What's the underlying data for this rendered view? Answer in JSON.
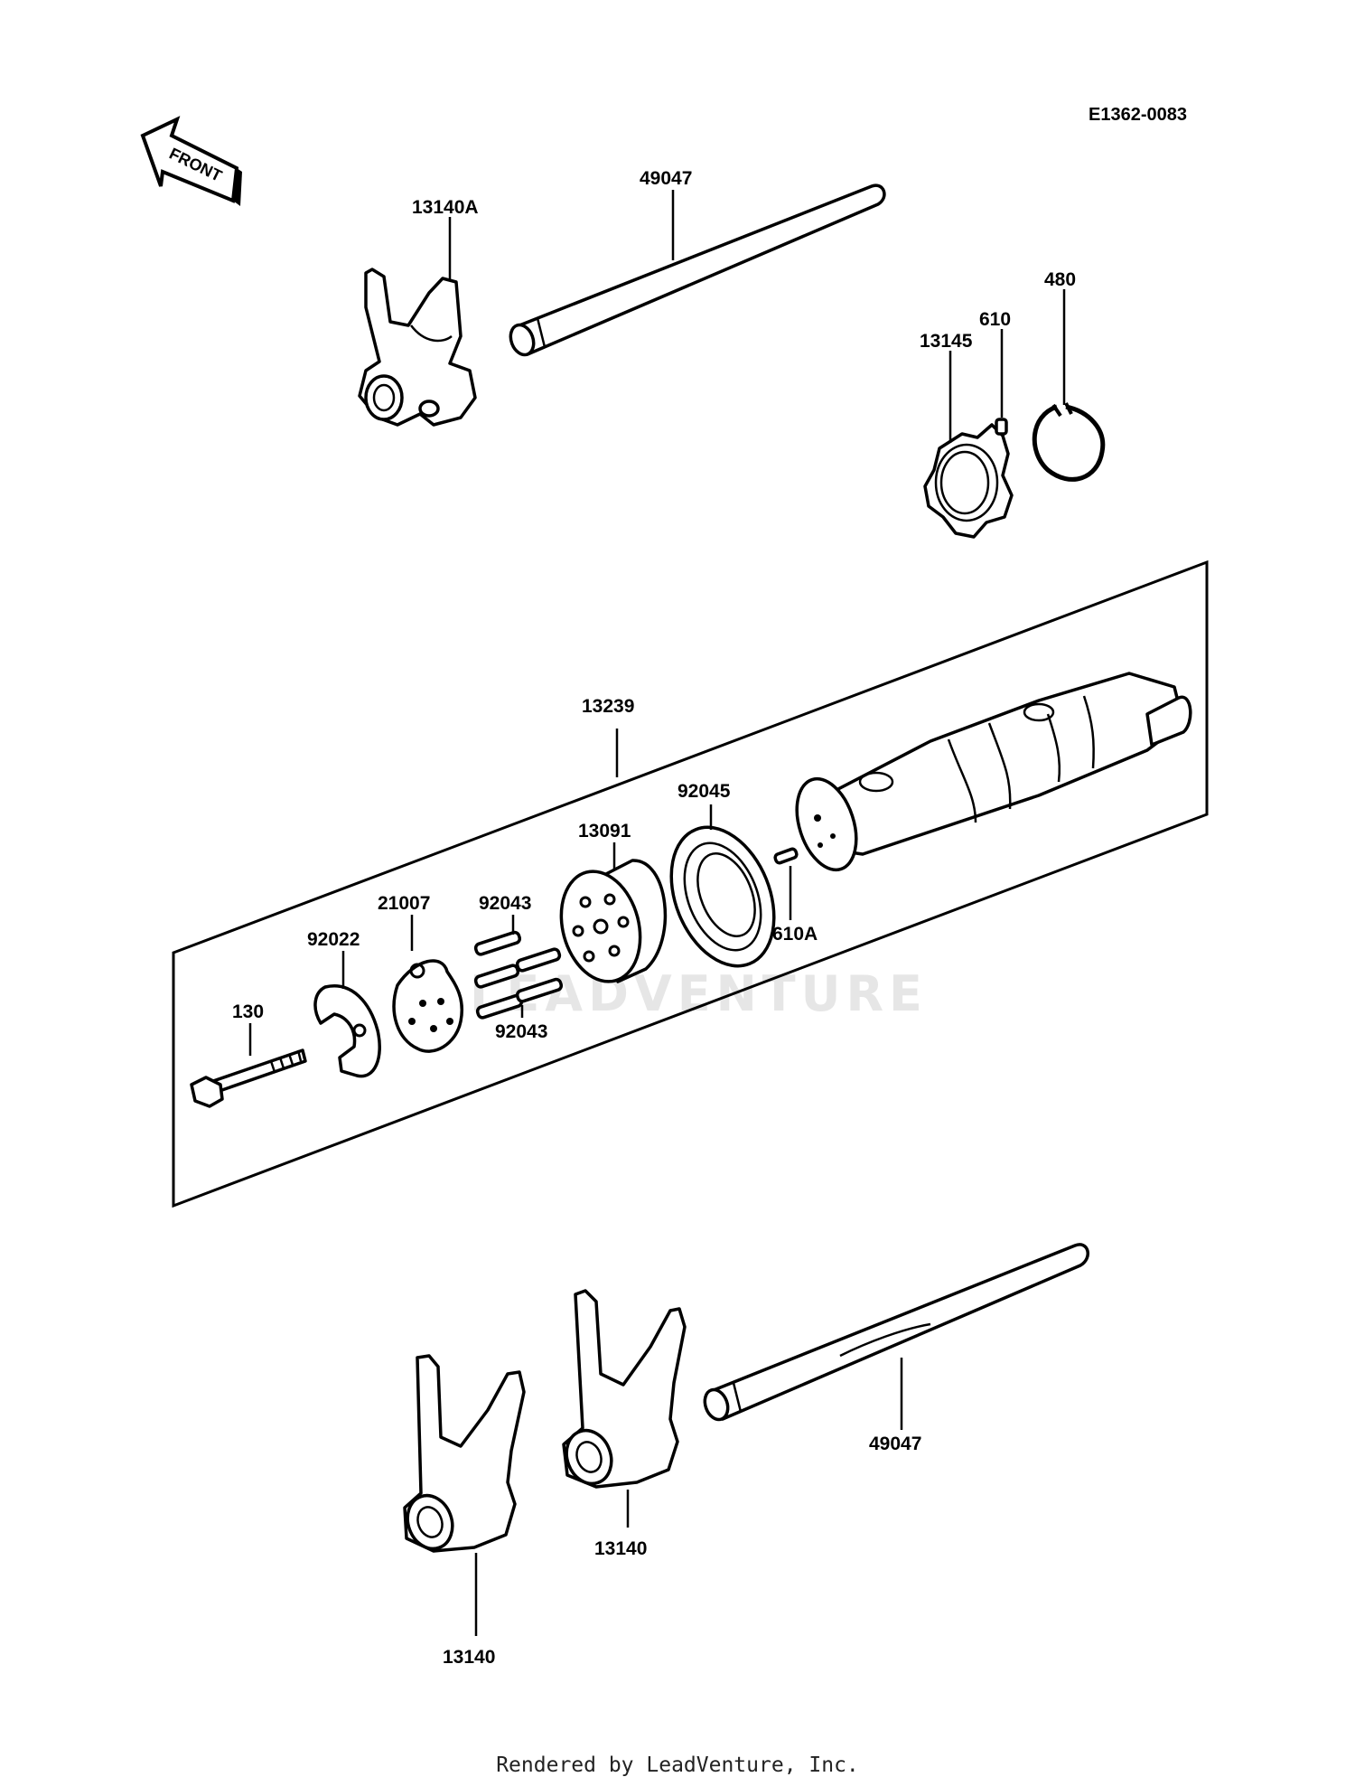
{
  "diagram_code": "E1362-0083",
  "front_label": "FRONT",
  "watermark": "LEADVENTURE",
  "footer_text": "Rendered by LeadVenture, Inc.",
  "parts": {
    "fork_13140A": "13140A",
    "shaft_top": "49047",
    "ring_13145": "13145",
    "pin_610": "610",
    "circlip_480": "480",
    "drum_assy": "13239",
    "bearing": "92045",
    "holder": "13091",
    "pin_610A": "610A",
    "pins_upper": "92043",
    "pins_lower": "92043",
    "cam_21007": "21007",
    "plate_92022": "92022",
    "bolt_130": "130",
    "shaft_bottom": "49047",
    "fork_13140_left": "13140",
    "fork_13140_right": "13140"
  }
}
